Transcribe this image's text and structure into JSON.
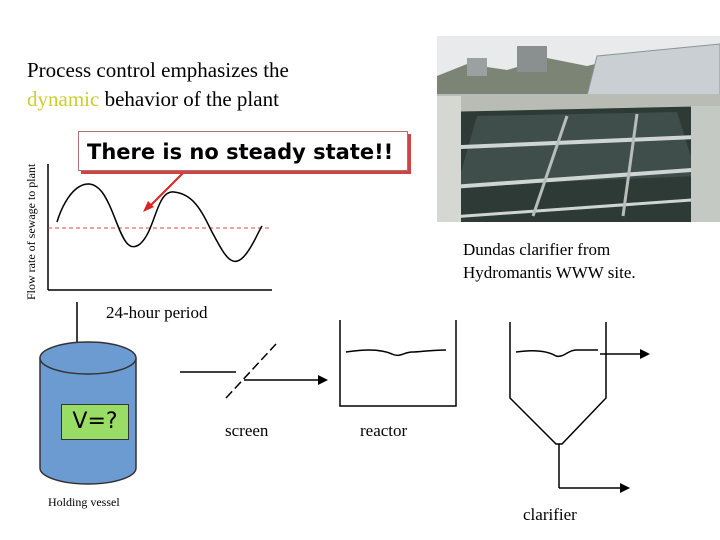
{
  "title": {
    "part1": "Process control emphasizes the",
    "highlight": "dynamic",
    "part2": " behavior of the plant"
  },
  "y_axis_label": "Flow rate of sewage to plant",
  "callout": "There is no steady state!!",
  "x_axis_label": "24-hour period",
  "photo_caption": {
    "line1": "Dundas clarifier from",
    "line2": "Hydromantis WWW site."
  },
  "vessel": {
    "equation": "V=?",
    "label": "Holding vessel"
  },
  "units": {
    "screen": "screen",
    "reactor": "reactor",
    "clarifier": "clarifier"
  },
  "colors": {
    "highlight": "#cccc33",
    "vessel_fill": "#6b9bd1",
    "equation_box": "#99dd66",
    "callout_arrow": "#dd2222",
    "reference_line": "#dd4444"
  }
}
